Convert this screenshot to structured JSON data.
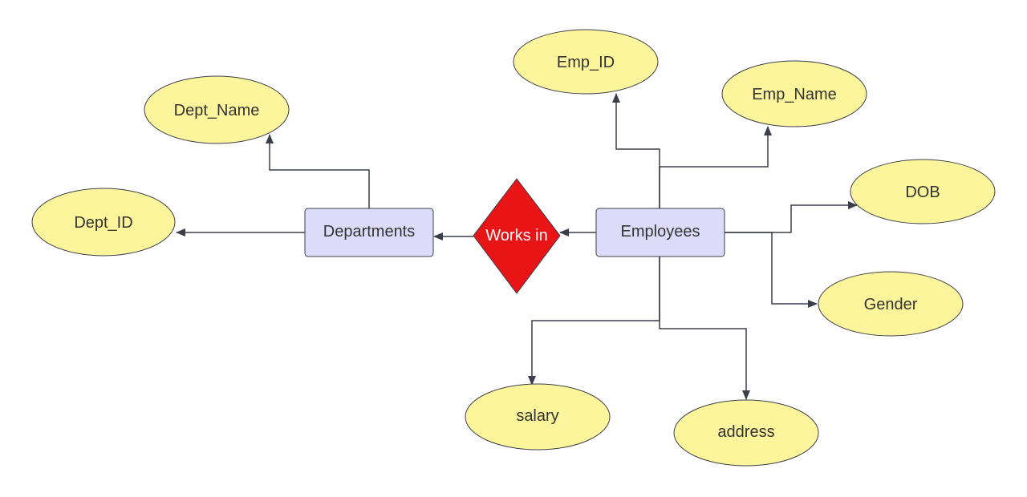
{
  "diagram": {
    "entities": {
      "departments": "Departments",
      "employees": "Employees"
    },
    "relationship": {
      "works_in": "Works in"
    },
    "attributes": {
      "dept_name": "Dept_Name",
      "dept_id": "Dept_ID",
      "emp_id": "Emp_ID",
      "emp_name": "Emp_Name",
      "dob": "DOB",
      "gender": "Gender",
      "salary": "salary",
      "address": "address"
    }
  },
  "colors": {
    "attribute_fill": "#fdf59b",
    "entity_fill": "#dcdcfa",
    "relationship_fill": "#e81416",
    "line": "#3a3f4b"
  }
}
